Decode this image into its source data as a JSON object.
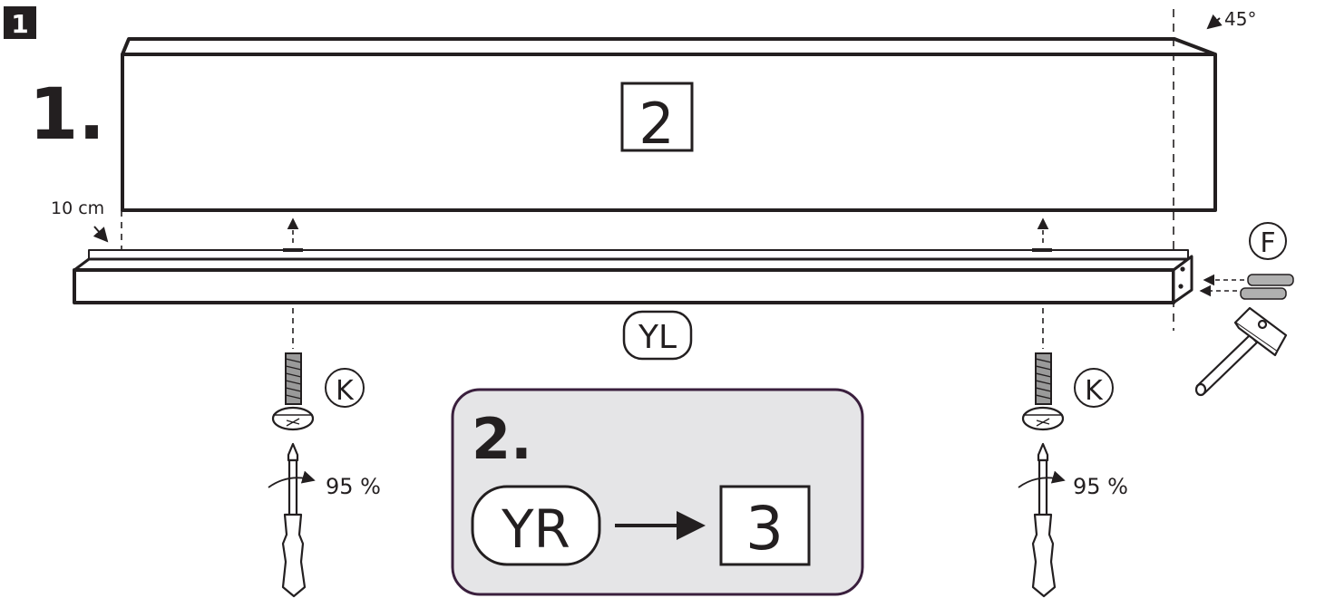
{
  "step_badge": "1",
  "substep_1": "1.",
  "substep_2": "2.",
  "panel_label": "2",
  "rail_label": "YL",
  "panel_edge_angle": "45°",
  "offset_measure": "10 cm",
  "dowel_label": "F",
  "screw_label_left": "K",
  "screw_label_right": "K",
  "torque_left": "95 %",
  "torque_right": "95 %",
  "step2_part": "YR",
  "step2_target": "3",
  "colors": {
    "line": "#231f20",
    "step2_box_fill": "#e5e5e7",
    "step2_box_border": "#3a1f3d"
  }
}
